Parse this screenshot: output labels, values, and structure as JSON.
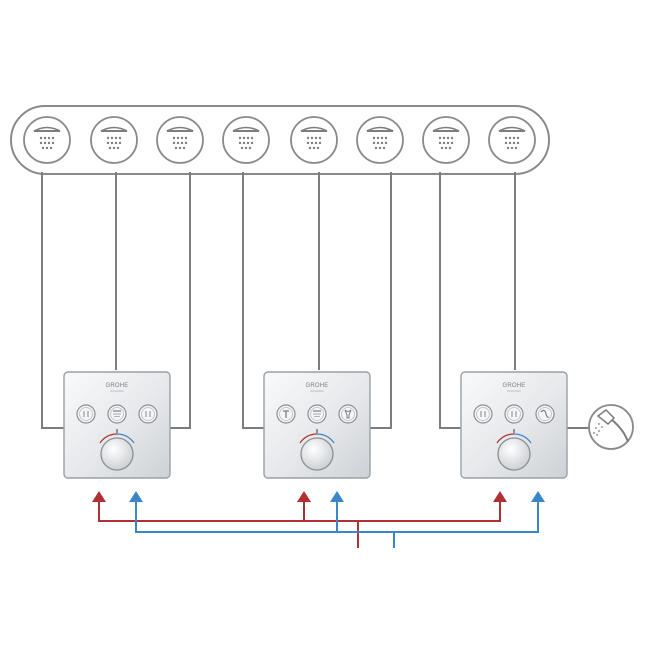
{
  "panels": [
    {
      "brand": "GROHE",
      "buttons": [
        "body-jets-icon",
        "rain-shower-icon",
        "body-jets-icon"
      ]
    },
    {
      "brand": "GROHE",
      "buttons": [
        "tub-spout-icon",
        "rain-shower-icon",
        "hand-shower-icon"
      ]
    },
    {
      "brand": "GROHE",
      "buttons": [
        "body-jets-icon",
        "body-jets-icon",
        "hand-shower-hose-icon"
      ]
    }
  ],
  "shower_heads": {
    "count": 8,
    "icon": "shower-head-icon"
  },
  "hand_shower": {
    "icon": "hand-shower-icon"
  },
  "colors": {
    "hot": "#b03033",
    "cold": "#3b86c7",
    "pipe": "#7d7d7d",
    "panel_fill": "#eef0f2",
    "panel_border": "#9aa0a6"
  }
}
